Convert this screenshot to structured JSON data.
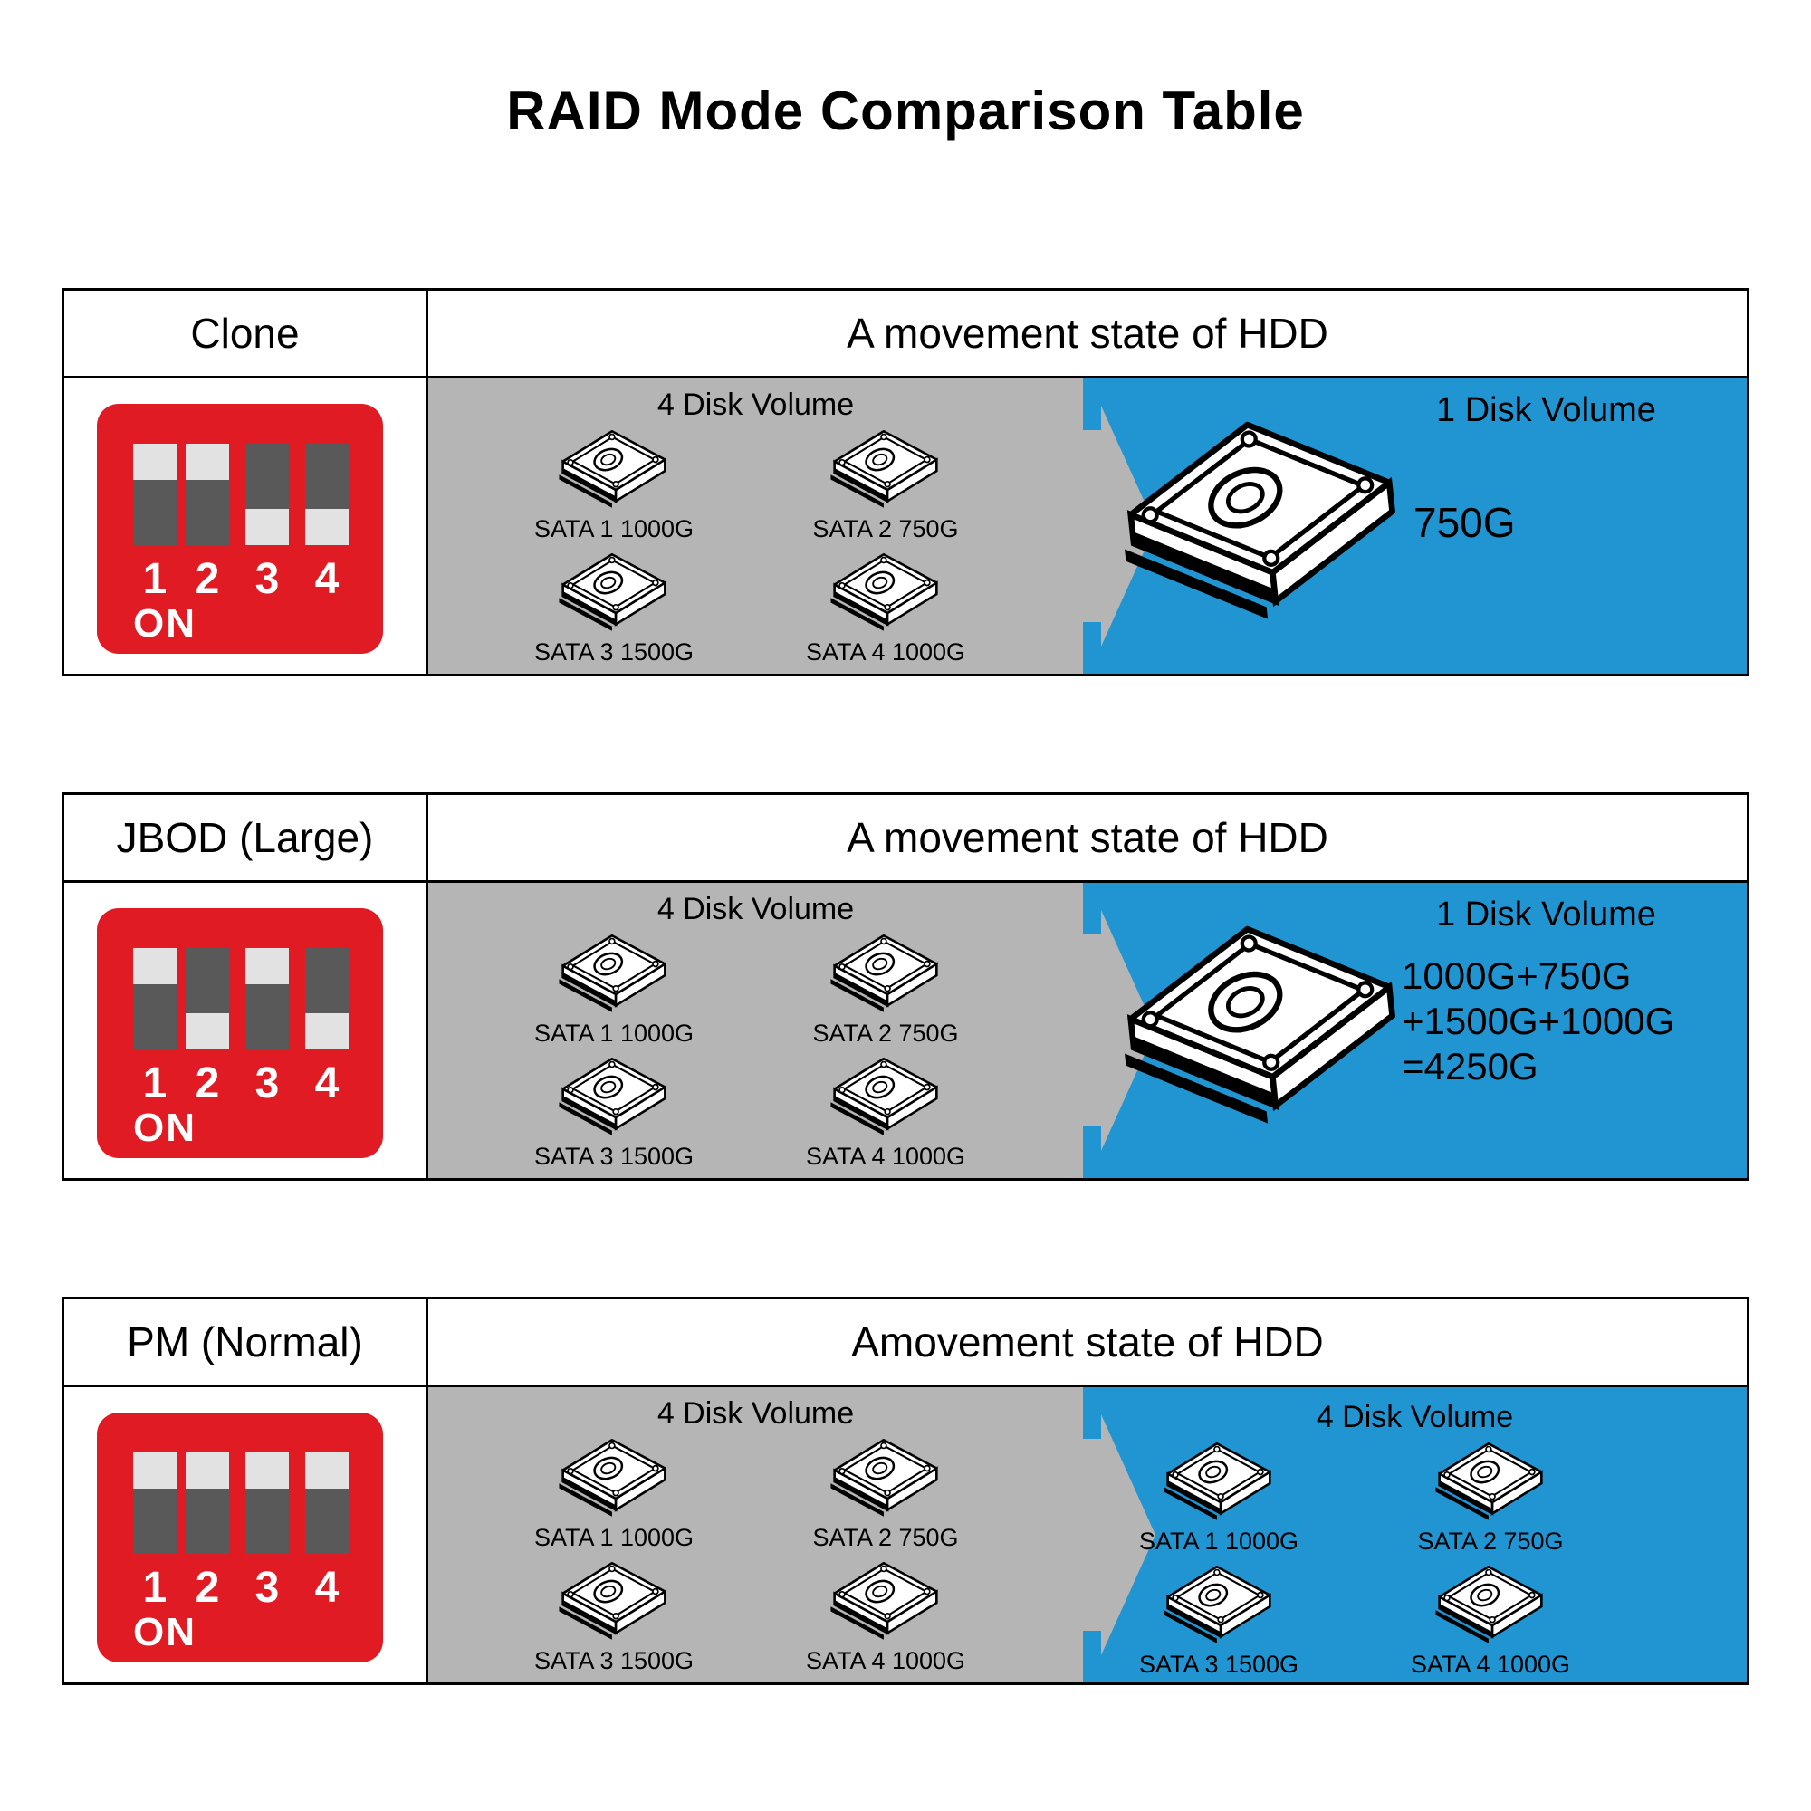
{
  "title": "RAID Mode Comparison Table",
  "colors": {
    "red": "#e01b24",
    "blue": "#2095d2",
    "gray": "#b5b5b5",
    "track": "#595959",
    "knob": "#e2e2e2"
  },
  "rows": [
    {
      "mode_label": "Clone",
      "header": "A movement state of HDD",
      "dip": {
        "numbers": [
          "1",
          "2",
          "3",
          "4"
        ],
        "on_label": "ON",
        "states": [
          "up",
          "up",
          "down",
          "down"
        ]
      },
      "source": {
        "heading": "4 Disk Volume",
        "disks": [
          "SATA 1 1000G",
          "SATA 2 750G",
          "SATA 3 1500G",
          "SATA 4 1000G"
        ]
      },
      "result": {
        "type": "single",
        "heading": "1 Disk Volume",
        "capacity": "750G"
      }
    },
    {
      "mode_label": "JBOD (Large)",
      "header": "A movement state of HDD",
      "dip": {
        "numbers": [
          "1",
          "2",
          "3",
          "4"
        ],
        "on_label": "ON",
        "states": [
          "up",
          "down",
          "up",
          "down"
        ]
      },
      "source": {
        "heading": "4 Disk Volume",
        "disks": [
          "SATA 1 1000G",
          "SATA 2 750G",
          "SATA 3 1500G",
          "SATA 4 1000G"
        ]
      },
      "result": {
        "type": "single",
        "heading": "1 Disk Volume",
        "capacity_lines": [
          "1000G+750G",
          "+1500G+1000G",
          "=4250G"
        ]
      }
    },
    {
      "mode_label": "PM (Normal)",
      "header": "Amovement state of HDD",
      "dip": {
        "numbers": [
          "1",
          "2",
          "3",
          "4"
        ],
        "on_label": "ON",
        "states": [
          "up",
          "up",
          "up",
          "up"
        ]
      },
      "source": {
        "heading": "4 Disk Volume",
        "disks": [
          "SATA 1 1000G",
          "SATA 2 750G",
          "SATA 3 1500G",
          "SATA 4 1000G"
        ]
      },
      "result": {
        "type": "multi",
        "heading": "4 Disk Volume",
        "disks": [
          "SATA 1 1000G",
          "SATA 2 750G",
          "SATA 3 1500G",
          "SATA 4 1000G"
        ]
      }
    }
  ]
}
